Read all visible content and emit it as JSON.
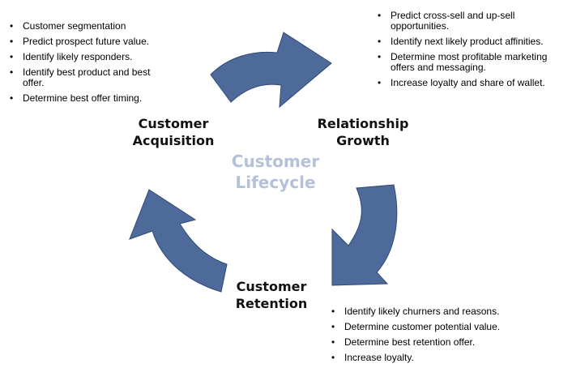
{
  "center_label": {
    "line1": "Customer",
    "line2": "Lifecycle"
  },
  "stages": {
    "acquisition": {
      "title_line1": "Customer",
      "title_line2": "Acquisition",
      "bullets": [
        "Customer segmentation",
        "Predict prospect future value.",
        "Identify likely responders.",
        "Identify best product and best offer.",
        "Determine best offer timing."
      ]
    },
    "growth": {
      "title_line1": "Relationship",
      "title_line2": "Growth",
      "bullets": [
        "Predict cross-sell and up-sell opportunities.",
        "Identify next likely product affinities.",
        "Determine most profitable marketing offers and messaging.",
        "Increase loyalty and share of wallet."
      ]
    },
    "retention": {
      "title_line1": "Customer",
      "title_line2": "Retention",
      "bullets": [
        "Identify likely churners and reasons.",
        "Determine customer potential value.",
        "Determine best retention offer.",
        "Increase loyalty."
      ]
    }
  },
  "colors": {
    "arrow_fill": "#4d6a9a",
    "arrow_stroke": "#2f4a78",
    "center_label": "#b4c1d8"
  },
  "icons": [
    "curved-arrow-icon"
  ]
}
